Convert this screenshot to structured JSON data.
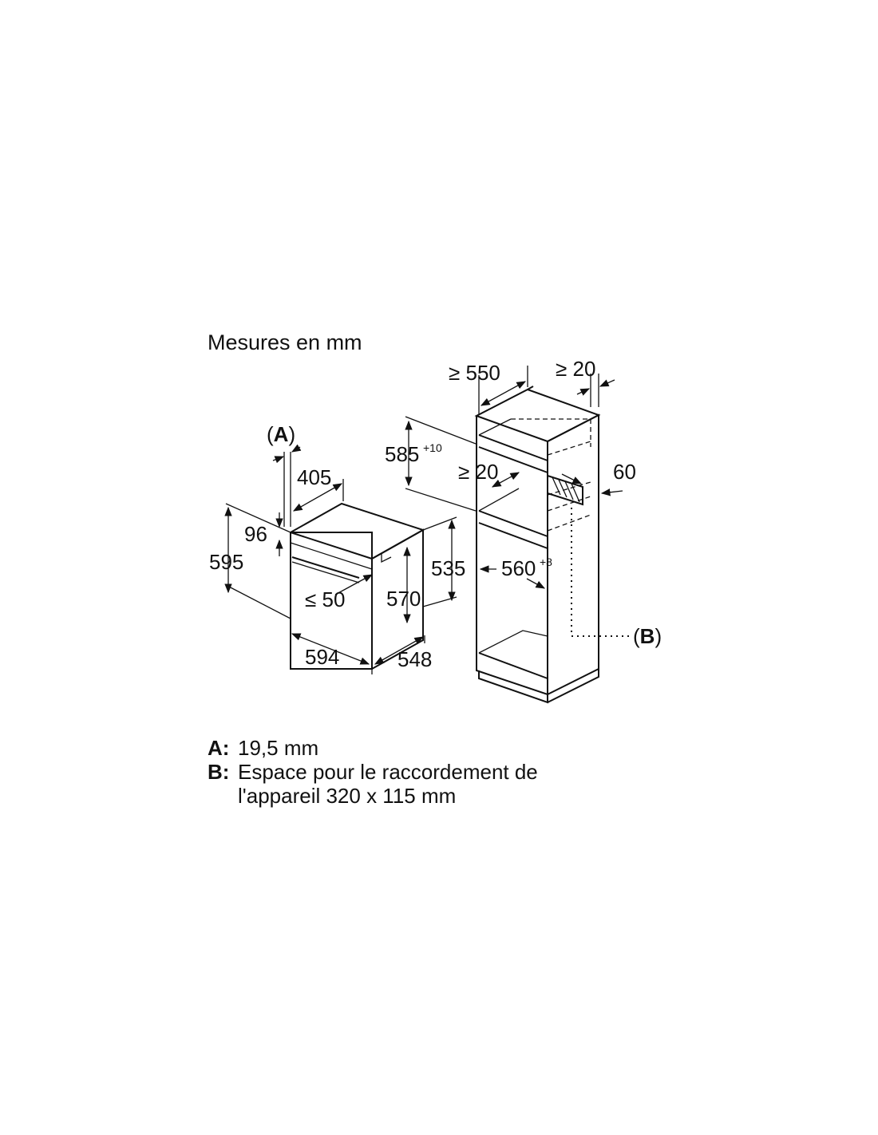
{
  "title": "Mesures en mm",
  "oven": {
    "label_a": "A",
    "dim_405": "405",
    "dim_96": "96",
    "dim_595": "595",
    "dim_535": "535",
    "dim_570": "570",
    "dim_le50": "≤ 50",
    "dim_594": "594",
    "dim_548": "548"
  },
  "cabinet": {
    "dim_ge550": "≥ 550",
    "dim_ge20_top": "≥ 20",
    "dim_585": "585",
    "dim_585_tol": "+10",
    "dim_ge20_mid": "≥ 20",
    "dim_60": "60",
    "dim_560": "560",
    "dim_560_tol": "+8",
    "label_b": "B"
  },
  "legend": [
    {
      "key": "A:",
      "text": "19,5 mm"
    },
    {
      "key": "B:",
      "text": "Espace pour le raccordement de"
    },
    {
      "key": "",
      "text": "l'appareil 320 x 115 mm"
    }
  ]
}
